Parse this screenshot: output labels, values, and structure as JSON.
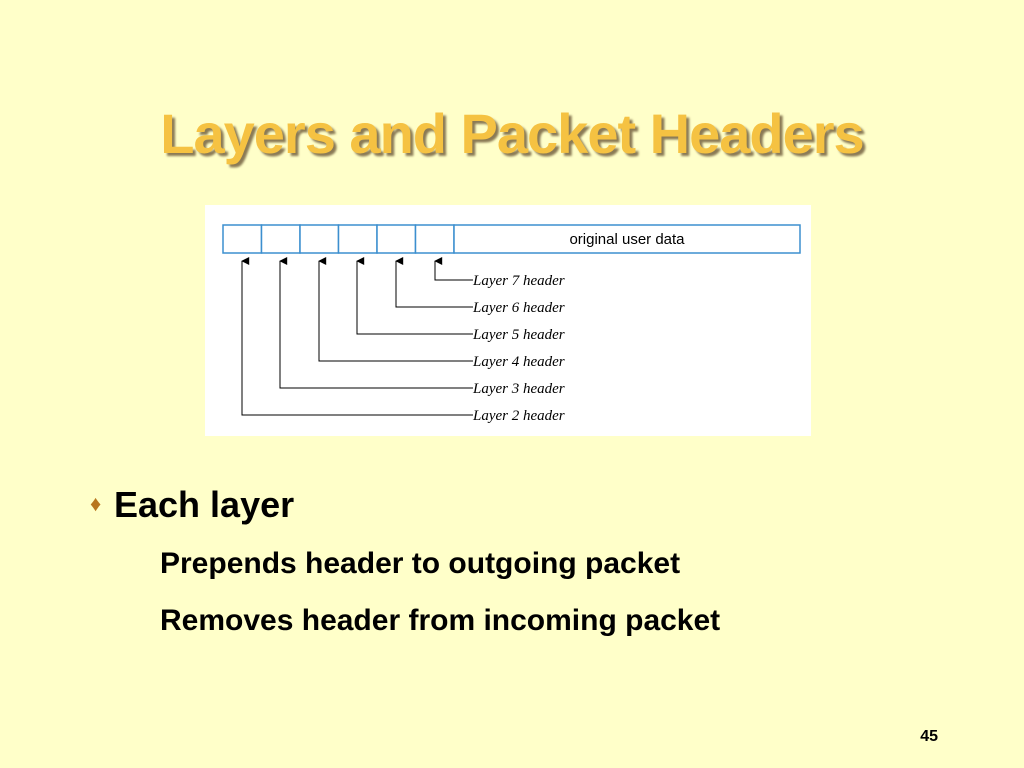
{
  "slide": {
    "title": "Layers and Packet Headers",
    "page_number": "45"
  },
  "diagram": {
    "data_label": "original user data",
    "header_labels": [
      "Layer 7 header",
      "Layer 6 header",
      "Layer 5 header",
      "Layer 4 header",
      "Layer 3 header",
      "Layer 2 header"
    ],
    "box_border_color": "#3c8fcf"
  },
  "bullets": {
    "main": "Each layer",
    "subs": [
      "Prepends header to outgoing packet",
      "Removes header from incoming packet"
    ]
  },
  "colors": {
    "background": "#ffffc9",
    "title": "#f5c242",
    "bullet_marker": "#b8761e"
  }
}
